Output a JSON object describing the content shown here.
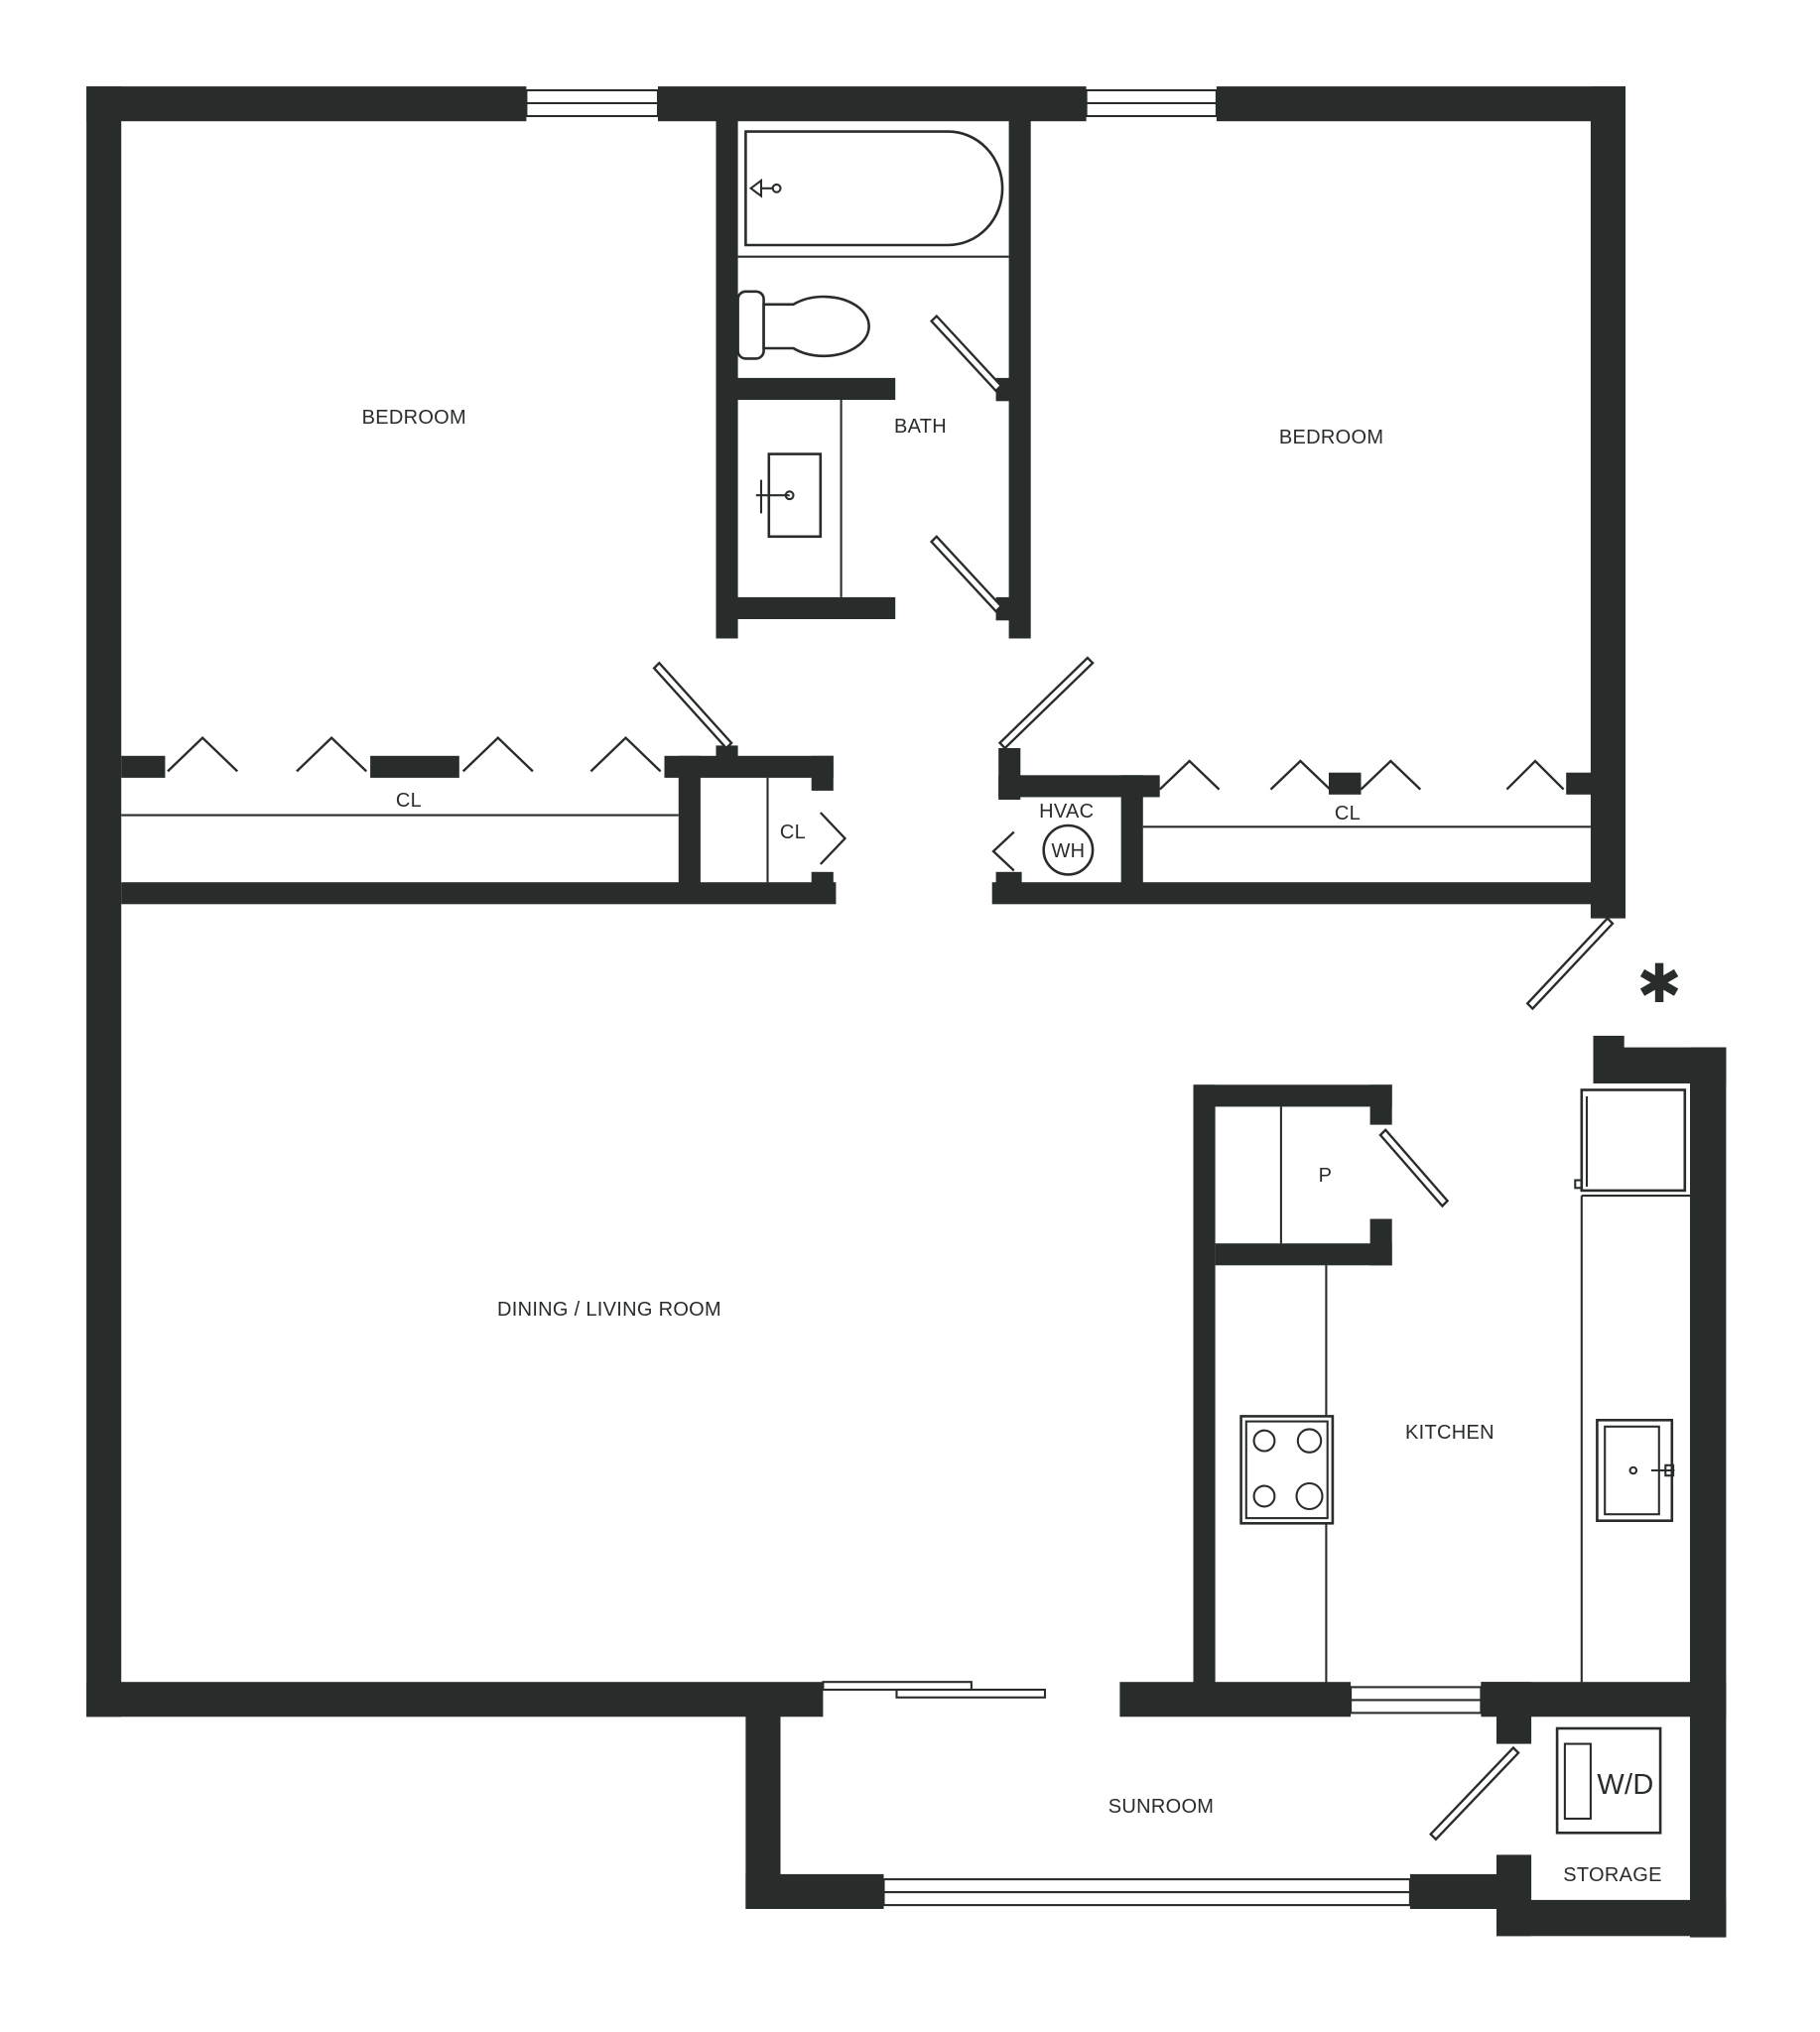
{
  "rooms": {
    "bedroom_left": "BEDROOM",
    "bedroom_right": "BEDROOM",
    "bath": "BATH",
    "closet_left_long": "CL",
    "closet_left_small": "CL",
    "closet_right": "CL",
    "hvac": "HVAC",
    "water_heater": "WH",
    "dining_living": "DINING / LIVING ROOM",
    "pantry": "P",
    "kitchen": "KITCHEN",
    "sunroom": "SUNROOM",
    "storage": "STORAGE",
    "washer_dryer": "W/D"
  },
  "entry_marker": "✱",
  "colors": {
    "wall": "#282c2b",
    "background": "#ffffff"
  }
}
